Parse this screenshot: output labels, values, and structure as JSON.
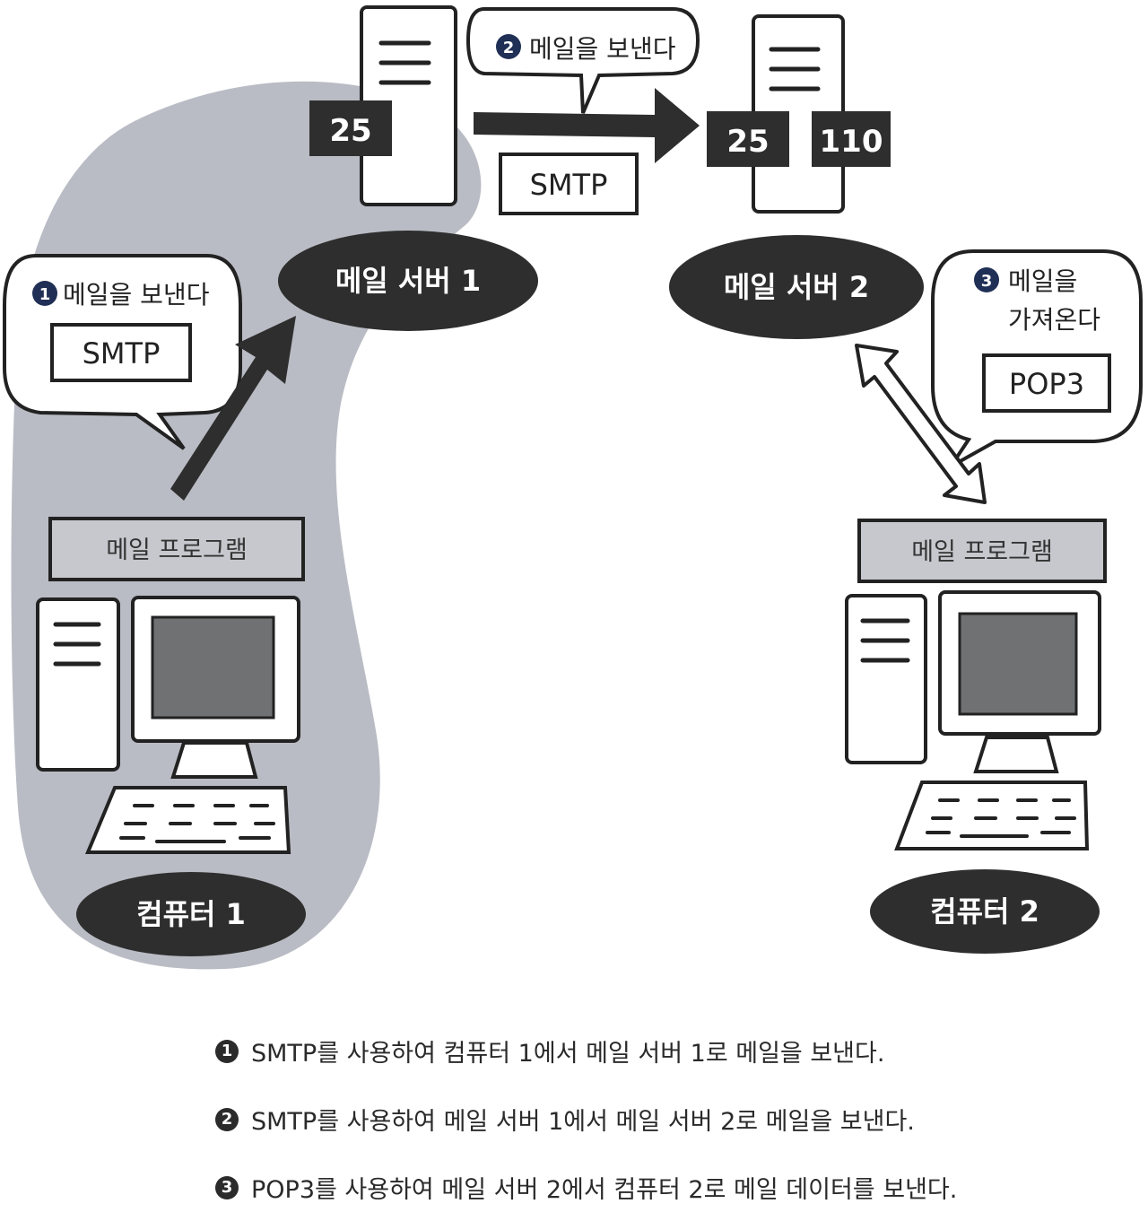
{
  "labels": {
    "computer1": "컴퓨터 1",
    "computer2": "컴퓨터 2",
    "server1": "메일 서버 1",
    "server2": "메일 서버 2",
    "mail_program": "메일 프로그램",
    "port_25": "25",
    "port_110": "110",
    "smtp": "SMTP",
    "pop3": "POP3"
  },
  "bubbles": {
    "step1": {
      "num": "1",
      "text": "메일을 보낸다"
    },
    "step2": {
      "num": "2",
      "text": "메일을 보낸다"
    },
    "step3": {
      "num": "3",
      "text_line1": "메일을",
      "text_line2": "가져온다"
    }
  },
  "captions": [
    {
      "num": "1",
      "text": "SMTP를 사용하여 컴퓨터 1에서 메일 서버 1로 메일을 보낸다."
    },
    {
      "num": "2",
      "text": "SMTP를 사용하여 메일 서버 1에서 메일 서버 2로 메일을 보낸다."
    },
    {
      "num": "3",
      "text": "POP3를 사용하여 메일 서버 2에서 컴퓨터 2로 메일 데이터를 보낸다."
    }
  ],
  "colors": {
    "highlight": "#b9bcc4",
    "dark": "#2e2e2e",
    "step_circle": "#1f2f55"
  }
}
